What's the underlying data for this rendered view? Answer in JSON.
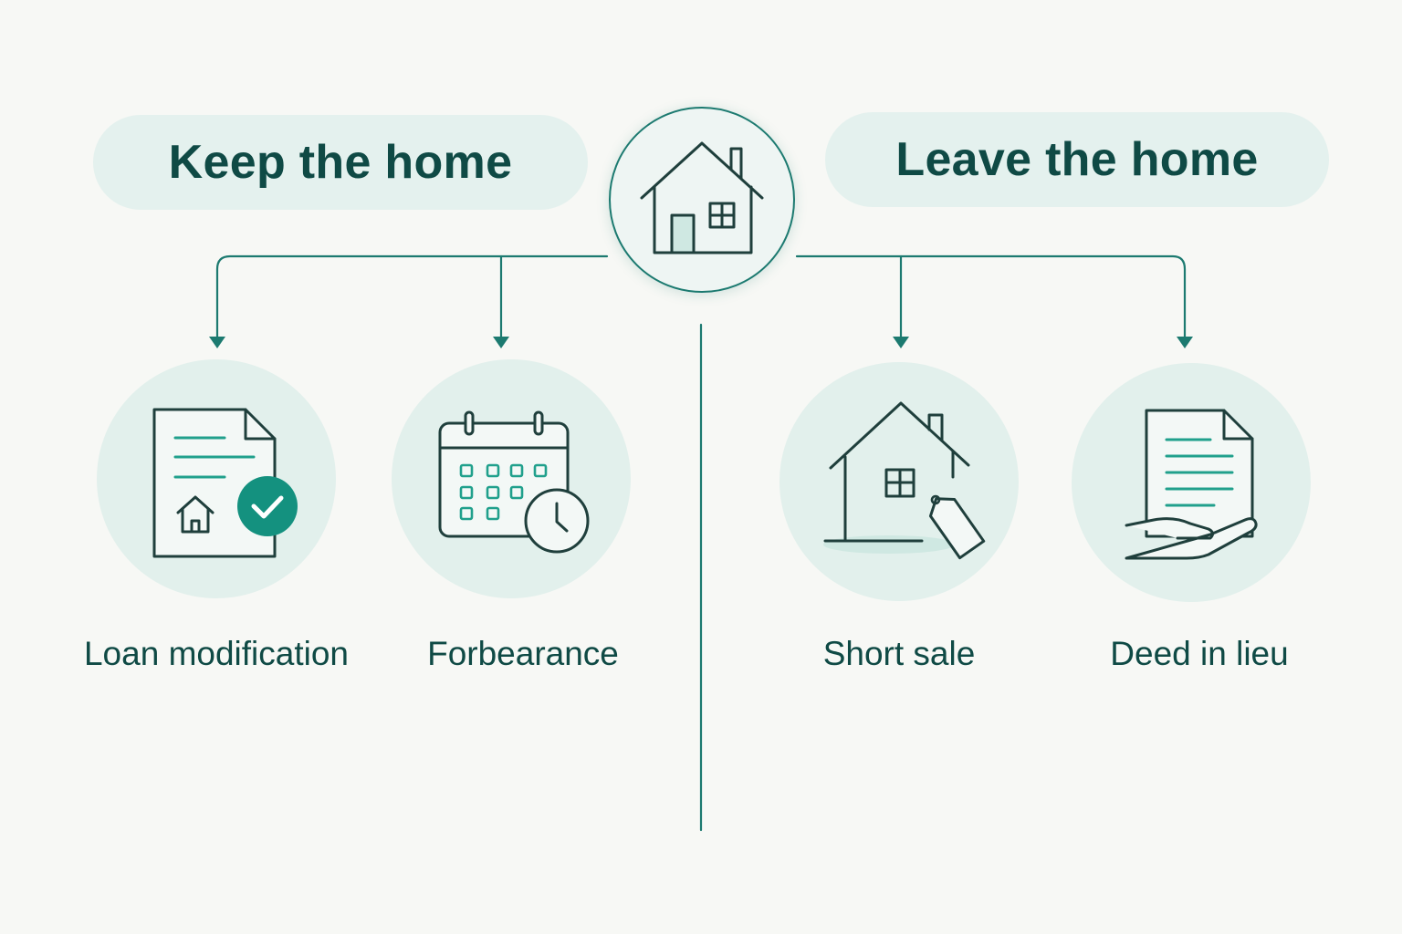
{
  "header": {
    "keep_title": "Keep the home",
    "leave_title": "Leave the home"
  },
  "options": {
    "keep": [
      {
        "label": "Loan modification",
        "icon": "document-check-icon"
      },
      {
        "label": "Forbearance",
        "icon": "calendar-clock-icon"
      }
    ],
    "leave": [
      {
        "label": "Short sale",
        "icon": "house-price-tag-icon"
      },
      {
        "label": "Deed in lieu",
        "icon": "document-hand-icon"
      }
    ]
  },
  "center_icon": "house-icon",
  "colors": {
    "background": "#f7f8f5",
    "pill": "#e4f1ee",
    "circle": "#e2f0ec",
    "line": "#1c7a70",
    "text": "#0f4a45",
    "icon": "#1f3f3c",
    "accent": "#14917f"
  }
}
